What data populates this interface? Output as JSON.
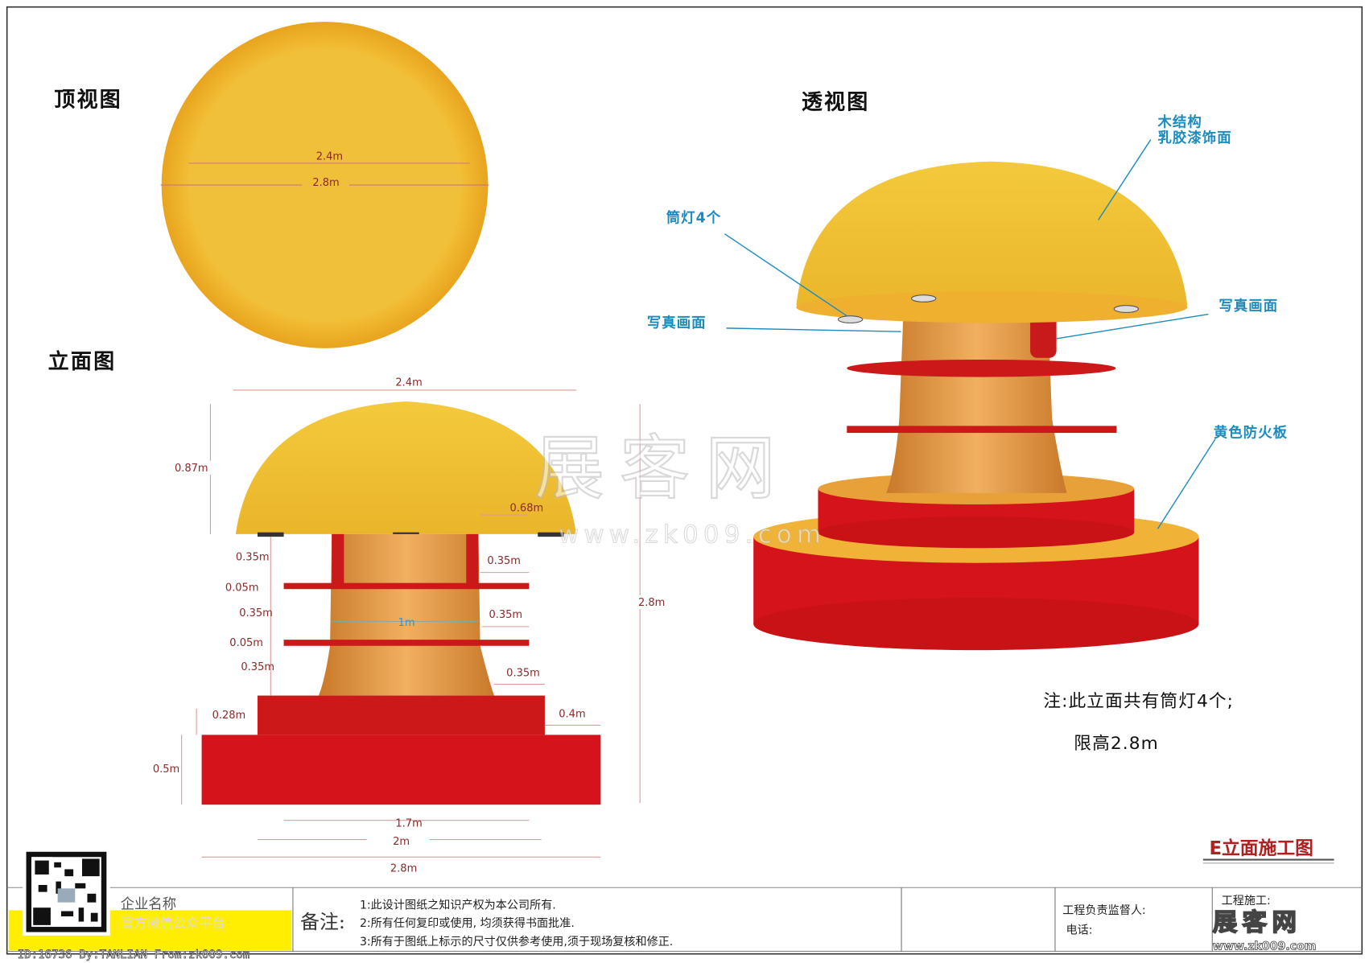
{
  "views": {
    "top": "顶视图",
    "elevation": "立面图",
    "perspective": "透视图"
  },
  "top_view_dims": {
    "inner": "2.4m",
    "outer": "2.8m"
  },
  "elevation_dims": {
    "width_top": "2.4m",
    "dome_height": "0.87m",
    "overhang": "0.68m",
    "total_height": "2.8m",
    "gap1": "0.35m",
    "shelf1": "0.05m",
    "gap2": "0.35m",
    "shelf2": "0.05m",
    "gap3": "0.35m",
    "base1_h": "0.28m",
    "base2_h": "0.5m",
    "shelf1_w": "0.35m",
    "shelf2_w": "0.35m",
    "base1_w": "0.35m",
    "base2_w": "0.4m",
    "column": "1m",
    "w17": "1.7m",
    "w2": "2m",
    "w28": "2.8m"
  },
  "callouts": {
    "structure_1": "木结构",
    "structure_2": "乳胶漆饰面",
    "lights": "筒灯4个",
    "photo_left": "写真画面",
    "photo_right": "写真画面",
    "board": "黄色防火板"
  },
  "notes": {
    "line1": "注:此立面共有筒灯4个;",
    "line2": "限高2.8m"
  },
  "drawing_title": "E立面施工图",
  "footer": {
    "company": "企业名称",
    "wechat": "官方微信公众平台",
    "remarks_label": "备注:",
    "remarks": [
      "1:此设计图纸之知识产权为本公司所有.",
      "2:所有任何复印或使用, 均须获得书面批准.",
      "3:所有于图纸上标示的尺寸仅供参考使用,须于现场复核和修正."
    ],
    "supervisor": "工程负责监督人:",
    "phone": "电话:",
    "construction": "工程施工:",
    "logo": "展客网",
    "logo_url": "www.zk009.com",
    "id_line": "ID:16736 By:TANLIAN From:zk009.com"
  },
  "watermark": {
    "text": "展客网",
    "url": "www.zk009.com"
  },
  "colors": {
    "yellow": "#f2c130",
    "red": "#d4141a",
    "blue": "#1c8cbf"
  }
}
